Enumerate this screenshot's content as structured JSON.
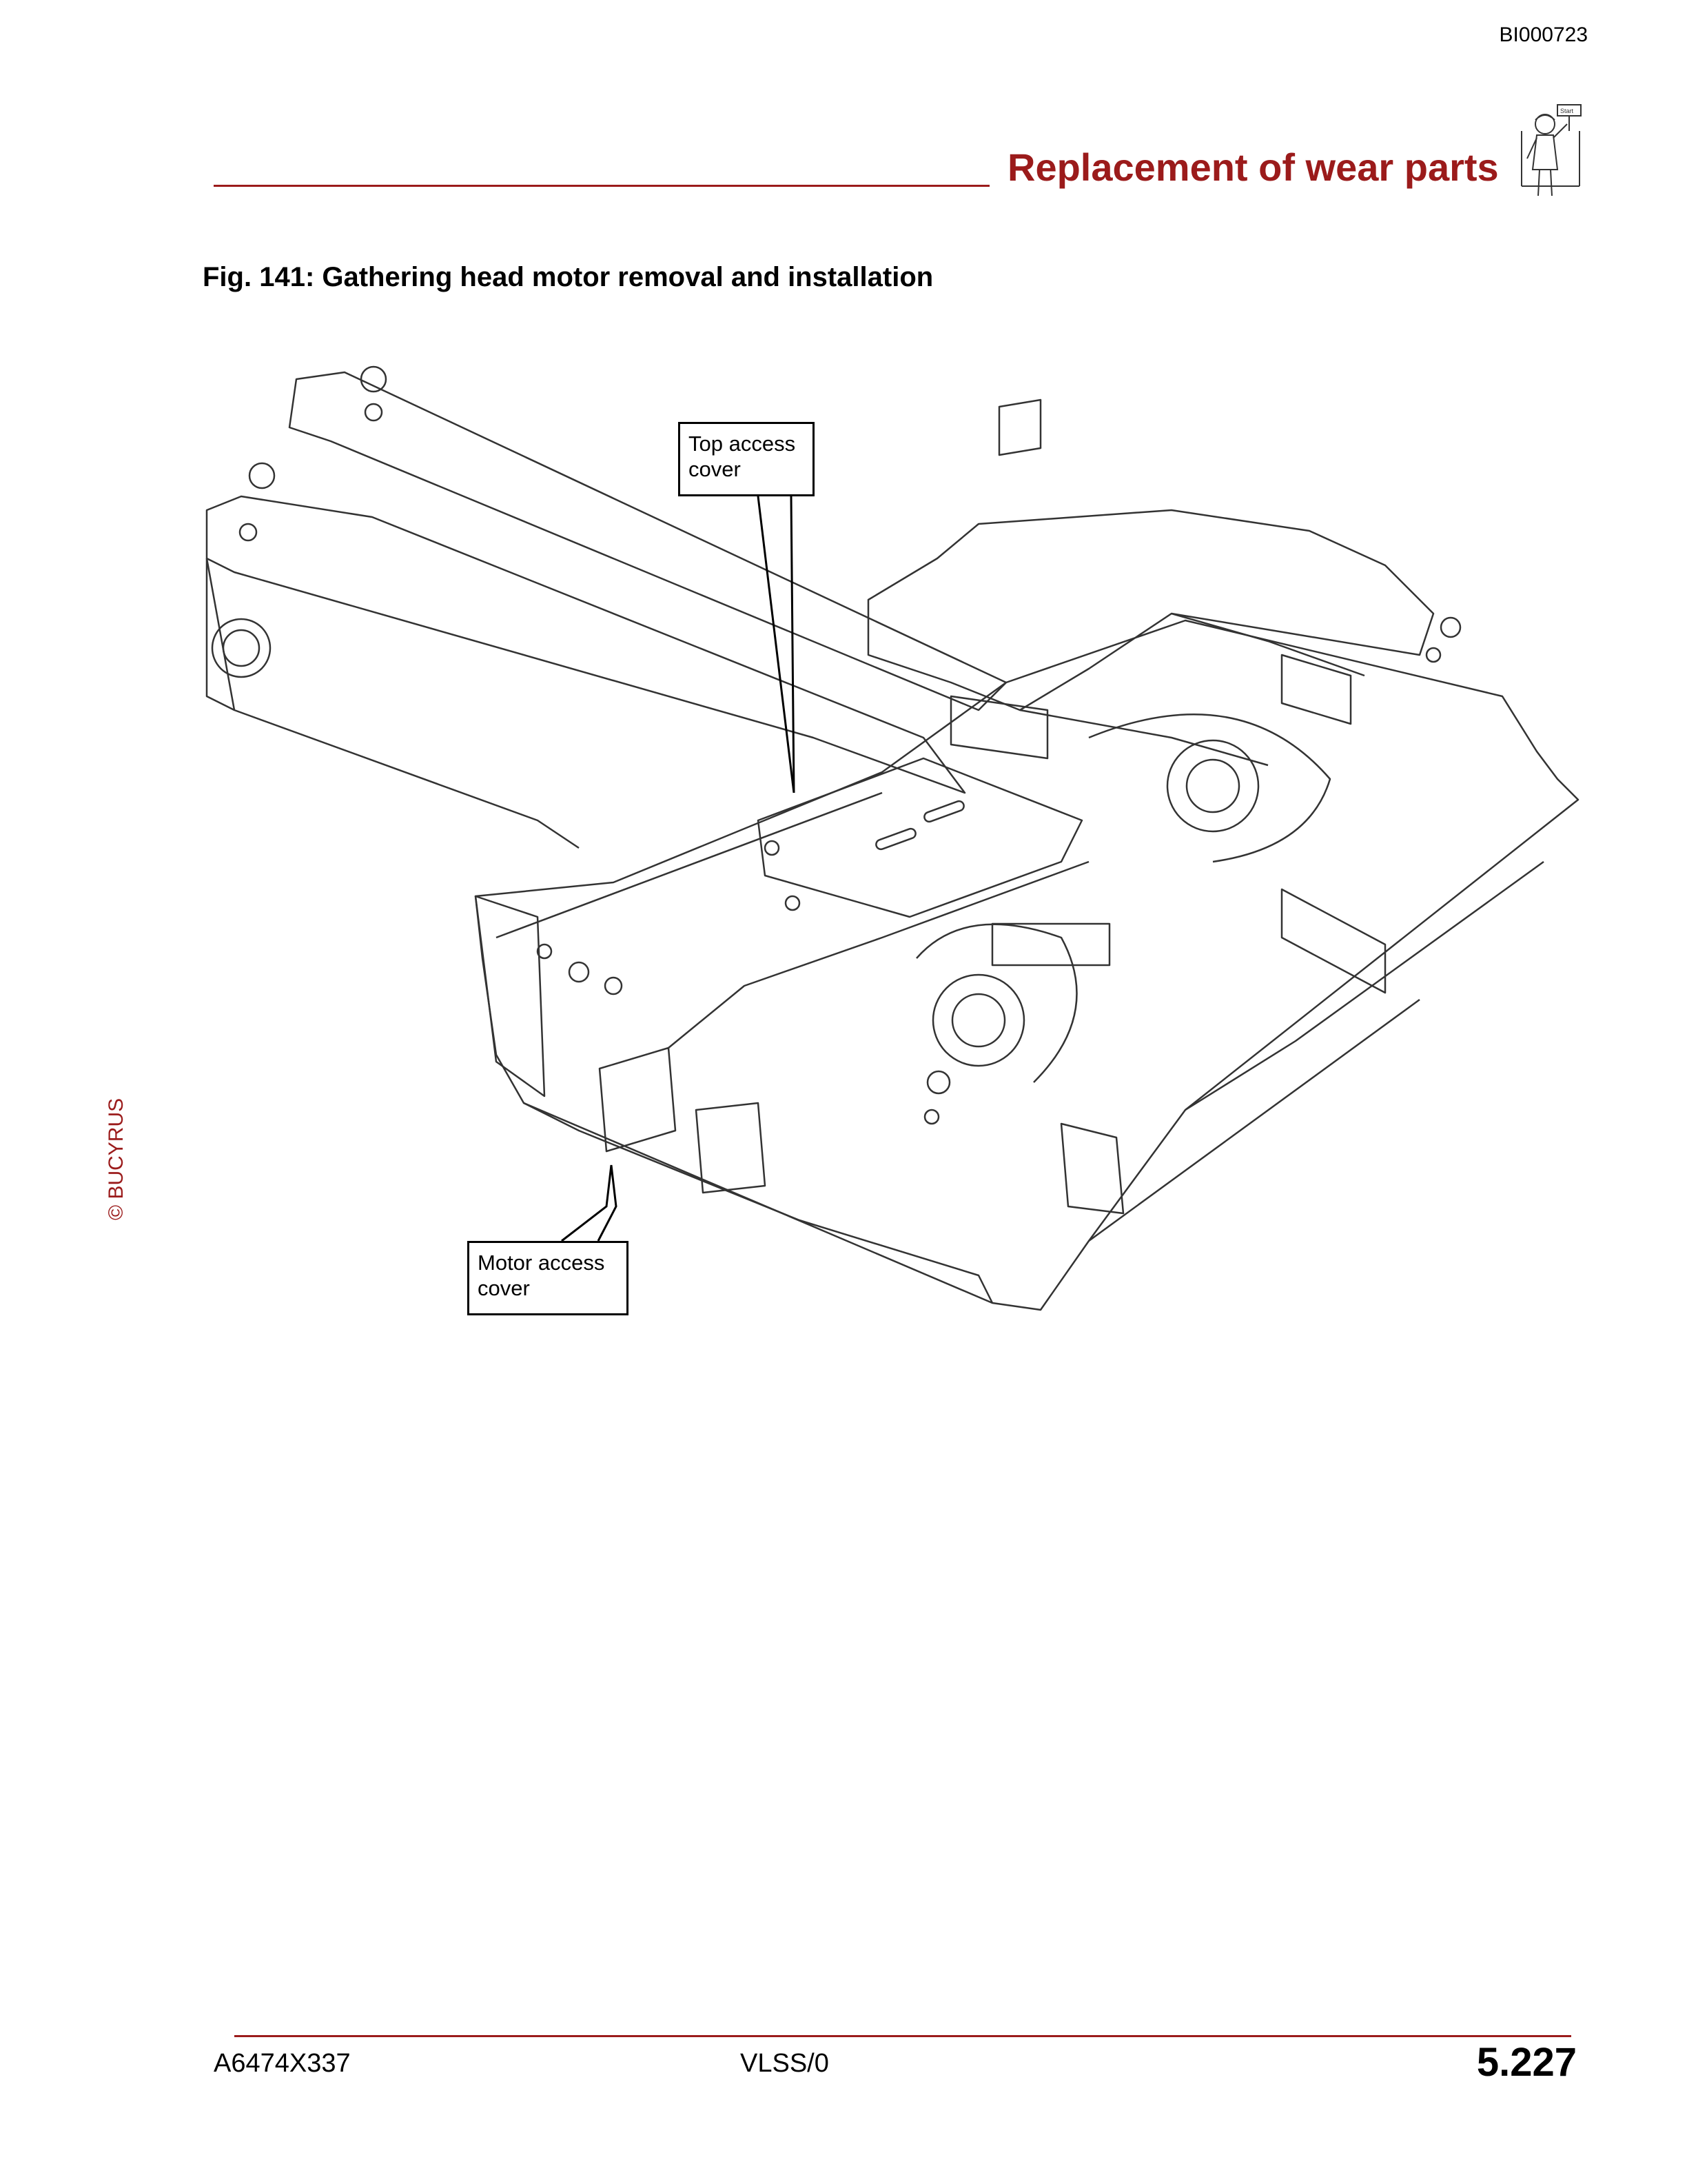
{
  "header": {
    "doc_id": "BI000723",
    "section_title": "Replacement of wear parts",
    "mascot_sign": "Start"
  },
  "figure": {
    "caption": "Fig. 141: Gathering head motor removal and installation",
    "callouts": {
      "top_access_cover": "Top access\ncover",
      "motor_access_cover": "Motor access\ncover"
    }
  },
  "sidebar": {
    "copyright": "© BUCYRUS"
  },
  "footer": {
    "doc_number": "A6474X337",
    "revision": "VLSS/0",
    "page_number": "5.227"
  },
  "colors": {
    "accent": "#9b1b1b",
    "line": "#000000"
  }
}
